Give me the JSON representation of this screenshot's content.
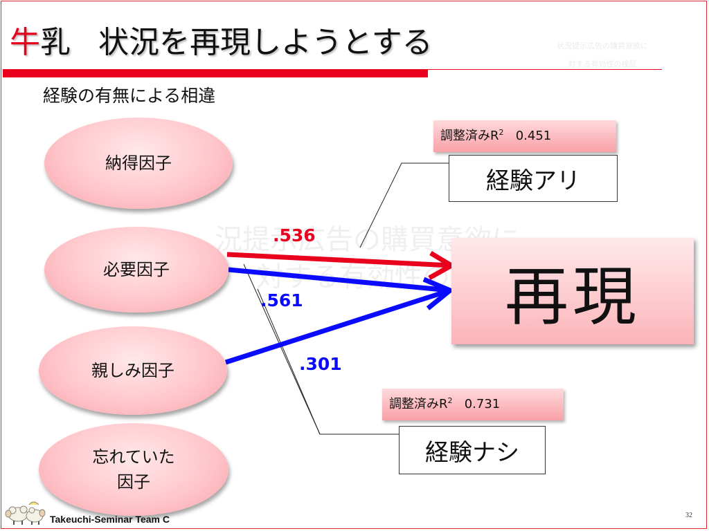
{
  "slide": {
    "title_accent": "牛",
    "title_rest": "乳",
    "title_main": "状況を再現しようとする",
    "watermark_line1": "状況提示広告の購買意欲に",
    "watermark_line2": "対する有効性の検証",
    "watermark_big_line1": "況提示広告の購買意欲に",
    "watermark_big_line2": "対する有効性の検",
    "subtitle": "経験の有無による相違",
    "footer": "Takeuchi-Seminar Team C",
    "page_number": "32"
  },
  "factors": [
    {
      "label": "納得因子"
    },
    {
      "label": "必要因子"
    },
    {
      "label": "親しみ因子"
    },
    {
      "label": "忘れていた\n因子"
    }
  ],
  "target": {
    "label": "再現"
  },
  "groups": {
    "with_experience": {
      "label": "経験アリ",
      "r2_prefix": "調整済みR",
      "r2_sup": "2",
      "r2_value": "0.451"
    },
    "without_experience": {
      "label": "経験ナシ",
      "r2_prefix": "調整済みR",
      "r2_sup": "2",
      "r2_value": "0.731"
    }
  },
  "paths": [
    {
      "coef": ".536",
      "color": "#e8001c"
    },
    {
      "coef": ".561",
      "color": "#0a0aff"
    },
    {
      "coef": ".301",
      "color": "#0a0aff"
    }
  ],
  "colors": {
    "accent_red": "#e8001c",
    "accent_blue": "#0a0aff",
    "factor_fill": "#ffc7cc"
  }
}
